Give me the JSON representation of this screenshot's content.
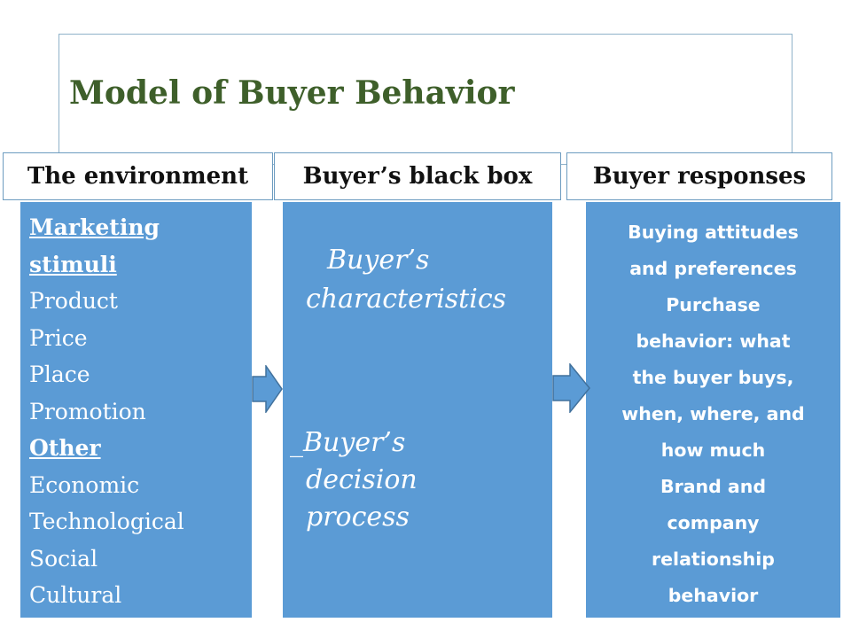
{
  "title": "Model of Buyer Behavior",
  "headers": {
    "environment": "The environment",
    "black_box": "Buyer’s black box",
    "responses": "Buyer responses"
  },
  "environment": {
    "lines": [
      "Marketing",
      "stimuli",
      "Product",
      "Price",
      "Place",
      "Promotion",
      "Other",
      "Economic",
      "Technological",
      "Social",
      "Cultural"
    ]
  },
  "black_box": {
    "characteristics_line1": "Buyer’s",
    "characteristics_line2": "characteristics",
    "decision_line1": "_Buyer’s",
    "decision_line2": "decision",
    "decision_line3": "process"
  },
  "responses": {
    "lines": [
      "Buying attitudes",
      "and preferences",
      "Purchase",
      "behavior: what",
      "the buyer buys,",
      "when, where, and",
      "how much",
      "Brand and",
      "company",
      "relationship",
      "behavior"
    ]
  },
  "colors": {
    "box_fill": "#5b9bd5",
    "title_color": "#3e5f2a",
    "header_border": "#6d9cc0"
  }
}
